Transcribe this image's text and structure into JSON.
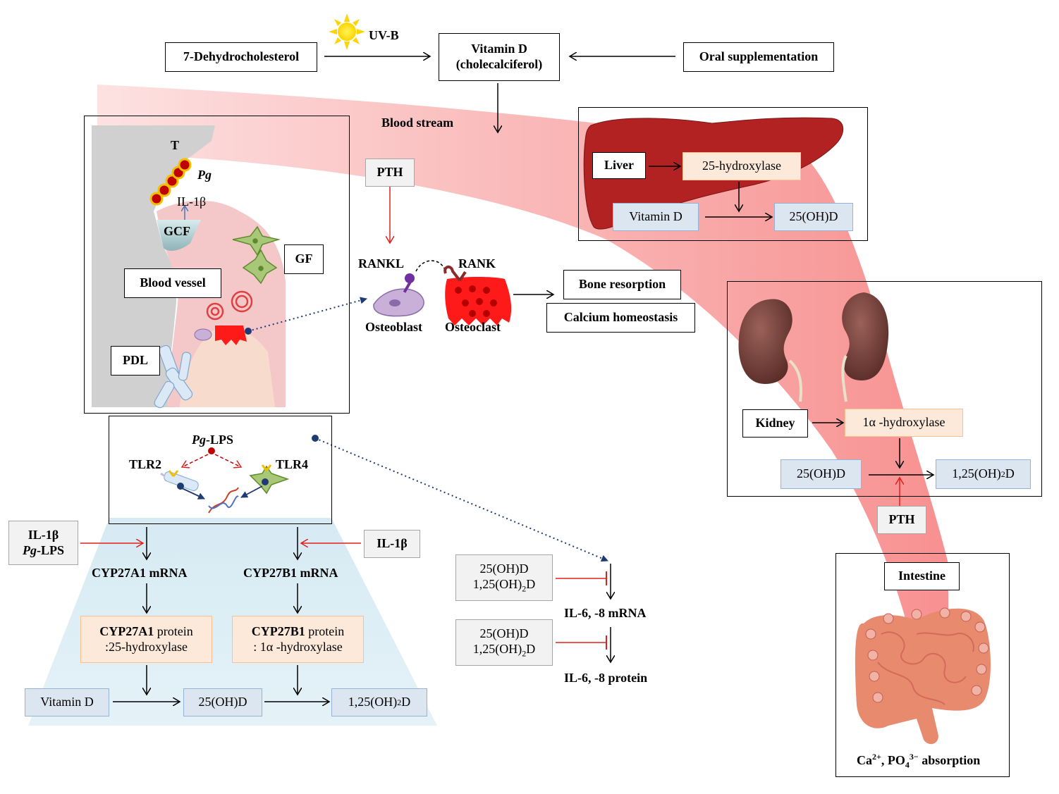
{
  "top": {
    "dehydrocholesterol": "7-Dehydrocholesterol",
    "uvb": "UV-B",
    "vitamin_d_line1": "Vitamin D",
    "vitamin_d_line2": "(cholecalciferol)",
    "oral": "Oral supplementation",
    "blood_stream": "Blood stream"
  },
  "liver_panel": {
    "liver": "Liver",
    "hydroxylase": "25-hydroxylase",
    "vitamin_d": "Vitamin D",
    "product": "25(OH)D"
  },
  "kidney_panel": {
    "kidney": "Kidney",
    "hydroxylase": "1α -hydroxylase",
    "substrate": "25(OH)D",
    "product_base": "1,25(OH)",
    "product_sub": "2",
    "product_end": "D",
    "pth": "PTH"
  },
  "intestine_panel": {
    "intestine": "Intestine",
    "ca": "Ca",
    "ca_sup": "2+",
    "po": ", PO",
    "po_sub": "4",
    "po_sup": "3−",
    "absorption": " absorption"
  },
  "periodontal_panel": {
    "t": "T",
    "pg": "Pg",
    "il1b": "IL-1β",
    "gcf": "GCF",
    "gf": "GF",
    "blood_vessel": "Blood vessel",
    "pdl": "PDL"
  },
  "bone": {
    "pth": "PTH",
    "rankl": "RANKL",
    "rank": "RANK",
    "osteoblast": "Osteoblast",
    "osteoclast": "Osteoclast",
    "bone_resorption": "Bone resorption",
    "calcium_homeostasis": "Calcium homeostasis"
  },
  "tlr_panel": {
    "pg_italic": "Pg",
    "lps": "-LPS",
    "tlr2": "TLR2",
    "tlr4": "TLR4"
  },
  "local_synthesis": {
    "left_stim_line1": "IL-1β",
    "left_stim_pg": "Pg",
    "left_stim_lps": "-LPS",
    "right_stim": "IL-1β",
    "cyp27a1_mrna": "CYP27A1 mRNA",
    "cyp27b1_mrna": "CYP27B1 mRNA",
    "cyp27a1_protein_bold": "CYP27A1",
    "cyp27a1_protein_rest": " protein",
    "cyp27a1_protein_line2": ":25-hydroxylase",
    "cyp27b1_protein_bold": "CYP27B1",
    "cyp27b1_protein_rest": " protein",
    "cyp27b1_protein_line2": ": 1α -hydroxylase",
    "vitamin_d": "Vitamin D",
    "mid": "25(OH)D",
    "final_base": "1,25(OH)",
    "final_sub": "2",
    "final_end": "D"
  },
  "inhibition": {
    "box1_line1": "25(OH)D",
    "box1_line2_base": "1,25(OH)",
    "box1_line2_sub": "2",
    "box1_line2_end": "D",
    "box2_line1": "25(OH)D",
    "box2_line2_base": "1,25(OH)",
    "box2_line2_sub": "2",
    "box2_line2_end": "D",
    "mrna": "IL-6, -8 mRNA",
    "protein": "IL-6, -8 protein"
  }
}
